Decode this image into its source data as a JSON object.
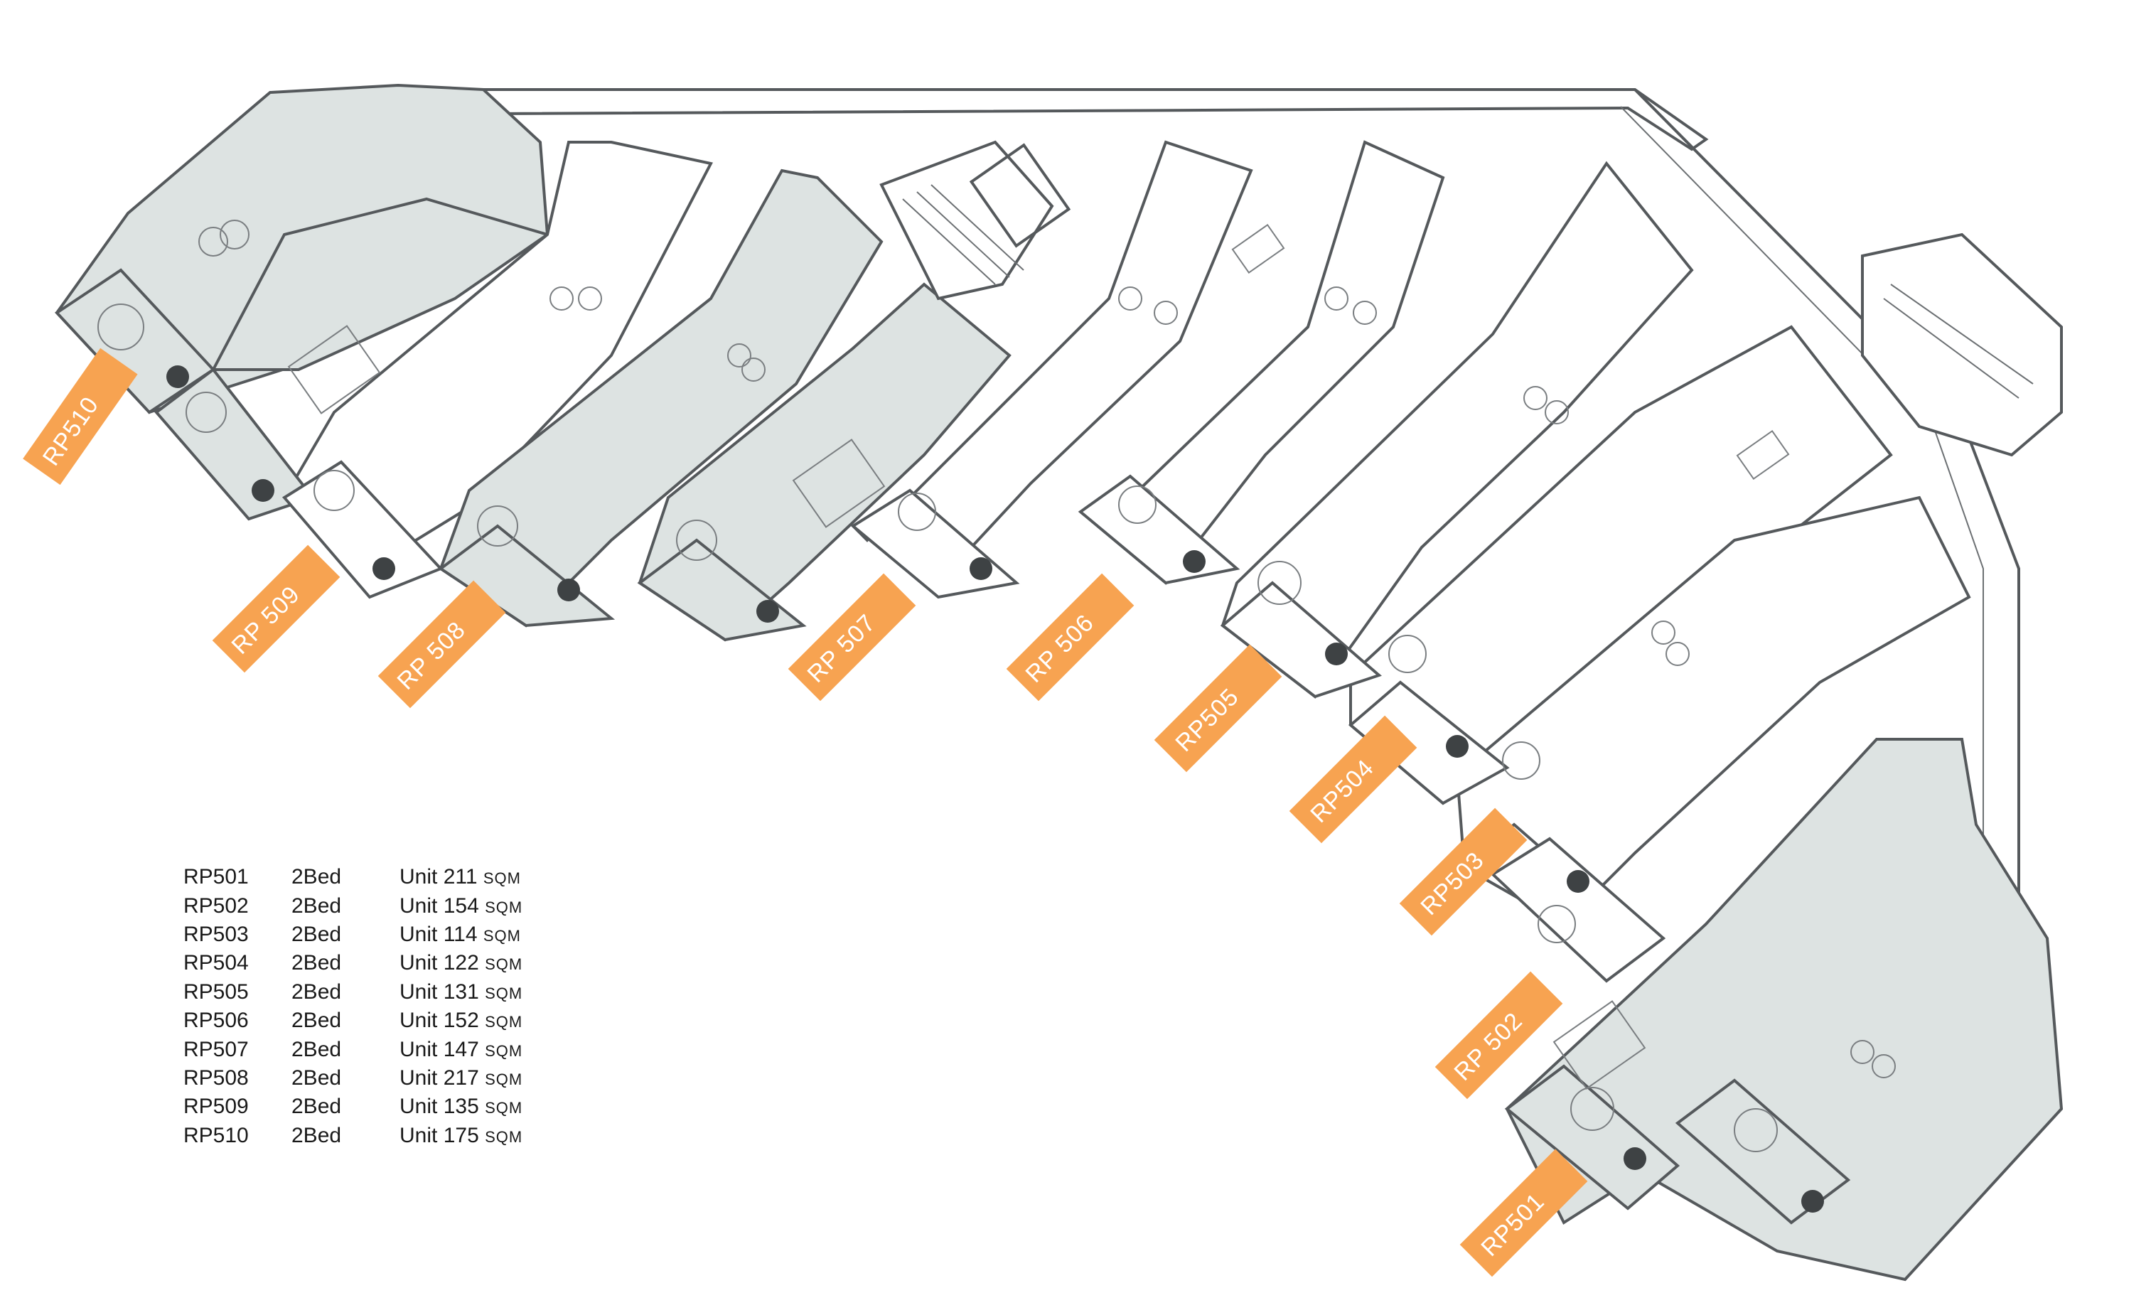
{
  "plan": {
    "unit_tags": [
      {
        "id": "RP501",
        "label": "RP501"
      },
      {
        "id": "RP502",
        "label": "RP 502"
      },
      {
        "id": "RP503",
        "label": "RP503"
      },
      {
        "id": "RP504",
        "label": "RP504"
      },
      {
        "id": "RP505",
        "label": "RP505"
      },
      {
        "id": "RP506",
        "label": "RP 506"
      },
      {
        "id": "RP507",
        "label": "RP 507"
      },
      {
        "id": "RP508",
        "label": "RP 508"
      },
      {
        "id": "RP509",
        "label": "RP 509"
      },
      {
        "id": "RP510",
        "label": "RP510"
      }
    ],
    "colors": {
      "tag": "#f7a351",
      "shaded_unit": "#dde3e2",
      "wall": "#55595c"
    }
  },
  "schedule": {
    "rows": [
      {
        "unit": "RP501",
        "type": "2Bed",
        "area_prefix": "Unit",
        "area": "211",
        "unit_label": "SQM"
      },
      {
        "unit": "RP502",
        "type": "2Bed",
        "area_prefix": "Unit",
        "area": "154",
        "unit_label": "SQM"
      },
      {
        "unit": "RP503",
        "type": "2Bed",
        "area_prefix": "Unit",
        "area": "114",
        "unit_label": "SQM"
      },
      {
        "unit": "RP504",
        "type": "2Bed",
        "area_prefix": "Unit",
        "area": "122",
        "unit_label": "SQM"
      },
      {
        "unit": "RP505",
        "type": "2Bed",
        "area_prefix": "Unit",
        "area": "131",
        "unit_label": "SQM"
      },
      {
        "unit": "RP506",
        "type": "2Bed",
        "area_prefix": "Unit",
        "area": "152",
        "unit_label": "SQM"
      },
      {
        "unit": "RP507",
        "type": "2Bed",
        "area_prefix": "Unit",
        "area": "147",
        "unit_label": "SQM"
      },
      {
        "unit": "RP508",
        "type": "2Bed",
        "area_prefix": "Unit",
        "area": "217",
        "unit_label": "SQM"
      },
      {
        "unit": "RP509",
        "type": "2Bed",
        "area_prefix": "Unit",
        "area": "135",
        "unit_label": "SQM"
      },
      {
        "unit": "RP510",
        "type": "2Bed",
        "area_prefix": "Unit",
        "area": "175",
        "unit_label": "SQM"
      }
    ]
  }
}
